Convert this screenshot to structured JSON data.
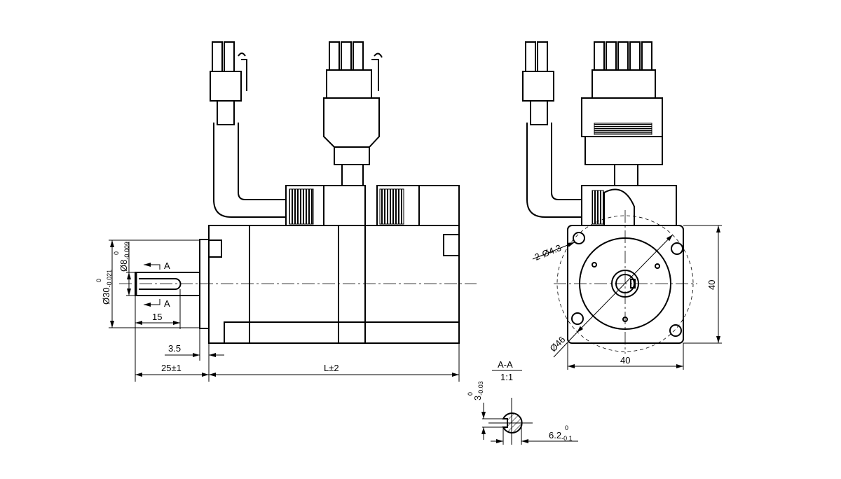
{
  "labels": {
    "section_marker_top": "A",
    "section_marker_bottom": "A",
    "shaft_dia": "Ø8",
    "shaft_dia_tol_upper": "0",
    "shaft_dia_tol_lower": "-0.009",
    "flange_dia": "Ø30",
    "flange_dia_tol_upper": "0",
    "flange_dia_tol_lower": "-0.021",
    "key_length": "15",
    "flange_thickness": "3.5",
    "shaft_length": "25±1",
    "body_length": "L±2",
    "section_title": "A-A",
    "section_scale": "1:1",
    "key_width": "3",
    "key_width_tol_upper": "0",
    "key_width_tol_lower": "-0.03",
    "key_depth": "6.2",
    "key_depth_tol_upper": "0",
    "key_depth_tol_lower": "-0.1",
    "mount_holes": "2-Ø4.3",
    "pcd": "Ø46",
    "square_height": "40",
    "square_width": "40"
  }
}
